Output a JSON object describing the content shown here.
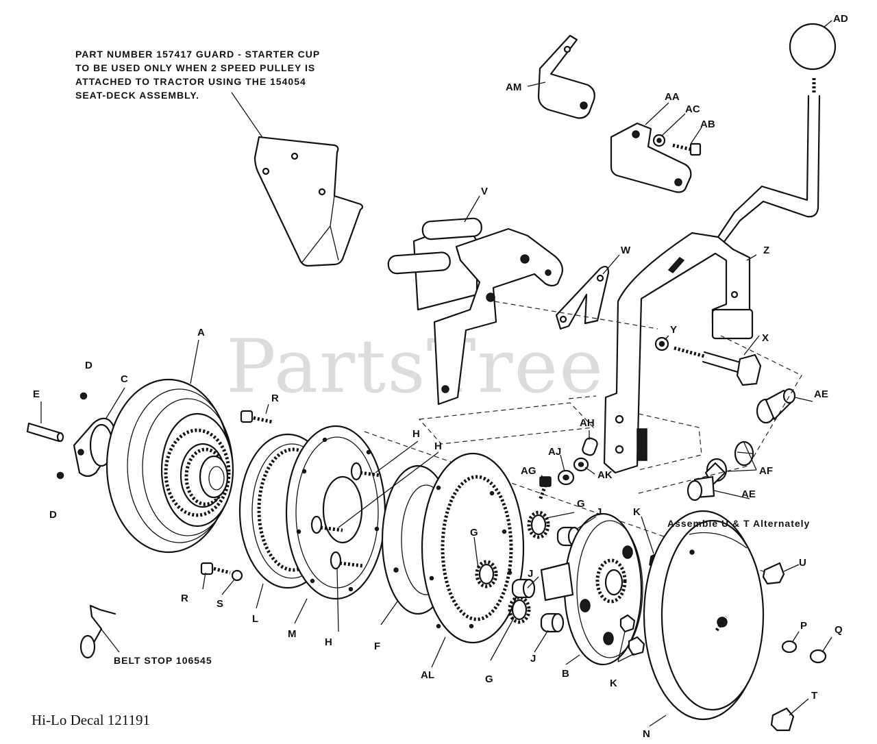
{
  "watermark": "PartsTree",
  "watermark_mark": "®",
  "note_lines": [
    "PART NUMBER 157417 GUARD - STARTER CUP",
    "TO BE USED ONLY WHEN 2 SPEED PULLEY IS",
    "ATTACHED TO TRACTOR USING THE 154054",
    "SEAT-DECK ASSEMBLY."
  ],
  "assemble_note": "Assemble U & T Alternately",
  "belt_stop": "BELT STOP 106545",
  "decal": "Hi-Lo Decal 121191",
  "labels": {
    "A": "A",
    "B": "B",
    "C": "C",
    "D1": "D",
    "D2": "D",
    "E": "E",
    "F": "F",
    "G1": "G",
    "G2": "G",
    "G3": "G",
    "H1": "H",
    "H2": "H",
    "H3": "H",
    "J1": "J",
    "J2": "J",
    "J3": "J",
    "K1": "K",
    "K2": "K",
    "L": "L",
    "M": "M",
    "N": "N",
    "P": "P",
    "Q": "Q",
    "R1": "R",
    "R2": "R",
    "S": "S",
    "T": "T",
    "U": "U",
    "V": "V",
    "W": "W",
    "X": "X",
    "Y": "Y",
    "Z": "Z",
    "AA": "AA",
    "AB": "AB",
    "AC": "AC",
    "AD": "AD",
    "AE1": "AE",
    "AE2": "AE",
    "AF": "AF",
    "AG": "AG",
    "AH": "AH",
    "AJ": "AJ",
    "AK": "AK",
    "AL": "AL",
    "AM": "AM"
  }
}
